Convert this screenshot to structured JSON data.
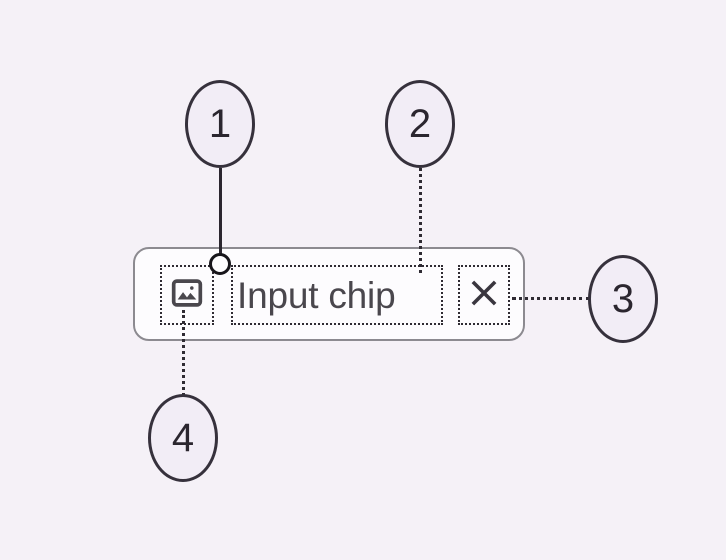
{
  "background_color": "#f5f1f7",
  "component": {
    "name": "Input chip",
    "container": {
      "fill_color": "#fdfcfe",
      "outline_color": "#8c8a90"
    },
    "leading_icon": {
      "icon_name": "image-icon",
      "color": "#4a474d"
    },
    "label": {
      "text": "Input chip",
      "color": "#4a474d"
    },
    "trailing_icon": {
      "icon_name": "close-icon",
      "color": "#3a363f"
    }
  },
  "callouts": [
    {
      "number": "1",
      "target": "container-outline",
      "leader_style": "solid",
      "leader_endpoint": "open-circle"
    },
    {
      "number": "2",
      "target": "label-text",
      "leader_style": "dotted",
      "leader_endpoint": "none"
    },
    {
      "number": "3",
      "target": "trailing-close-icon",
      "leader_style": "dotted",
      "leader_endpoint": "none"
    },
    {
      "number": "4",
      "target": "leading-image-icon",
      "leader_style": "dotted",
      "leader_endpoint": "none"
    }
  ],
  "annotation_style": {
    "badge_fill": "#f2edf6",
    "badge_outline": "#36313c",
    "badge_text_color": "#2b262f",
    "dotted_box_color": "#2f2b33"
  }
}
